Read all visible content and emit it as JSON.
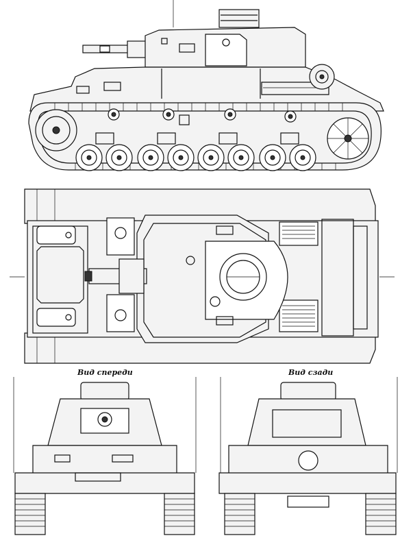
{
  "captions": {
    "front_view": "Вид спереди",
    "rear_view": "Вид сзади"
  },
  "colors": {
    "line": "#111111",
    "paper": "#ffffff",
    "fill": "#f3f3f3"
  },
  "counts": {
    "side_road_wheels": 8,
    "side_return_rollers": 4
  }
}
